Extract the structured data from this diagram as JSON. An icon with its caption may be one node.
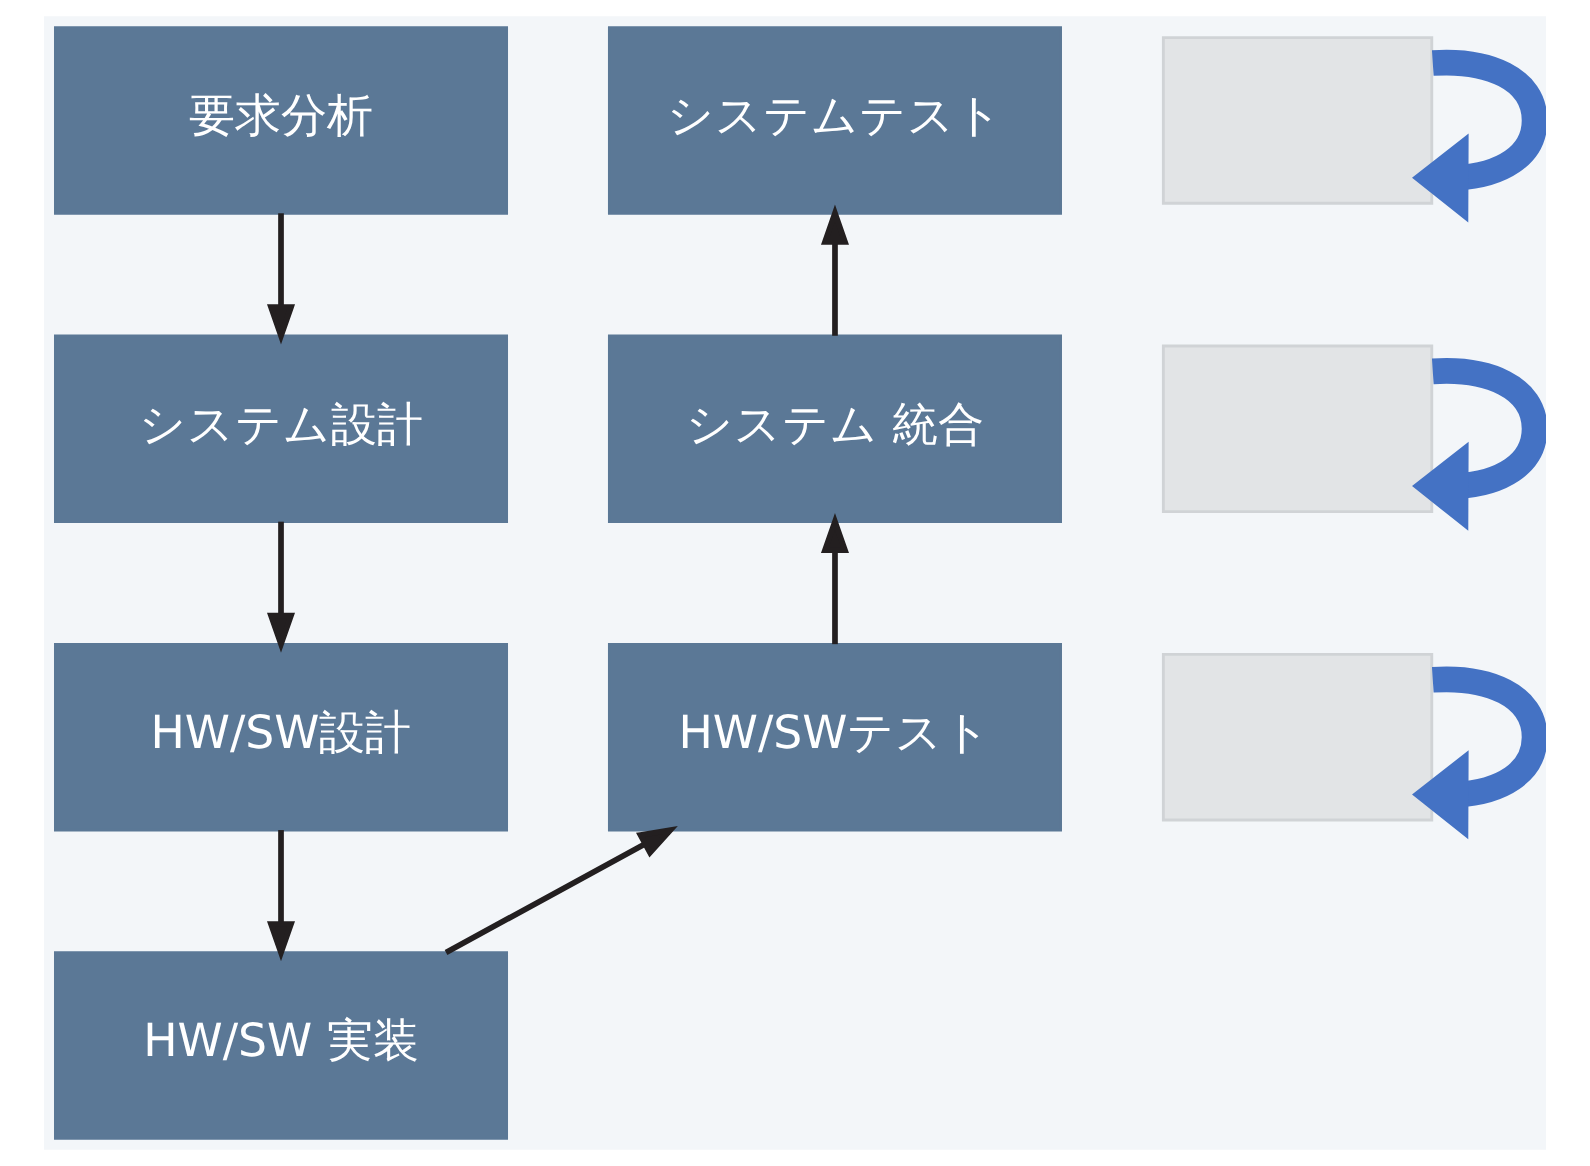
{
  "diagram": {
    "nodes": [
      {
        "text": [
          "要求分析"
        ]
      },
      {
        "text": [
          "システム設計"
        ]
      },
      {
        "text": [
          "HW/SW設計"
        ]
      },
      {
        "text": [
          "HW/SW 実装"
        ]
      },
      {
        "text": [
          "HW/SWテスト"
        ]
      },
      {
        "text": [
          "システム 統合"
        ]
      },
      {
        "text": [
          "システムテスト"
        ]
      },
      {
        "text": [],
        "shape": "box"
      },
      {
        "text": [],
        "shape": "box"
      },
      {
        "text": [],
        "shape": "box"
      }
    ],
    "edges": [
      {
        "from": 0,
        "to": 1,
        "arrow": "to"
      },
      {
        "from": 1,
        "to": 2,
        "arrow": "to"
      },
      {
        "from": 2,
        "to": 3,
        "arrow": "to"
      },
      {
        "from": 3,
        "to": 4,
        "arrow": "to"
      },
      {
        "from": 4,
        "to": 5,
        "arrow": "to"
      },
      {
        "from": 5,
        "to": 6,
        "arrow": "to"
      },
      {
        "from": 7,
        "to": 7,
        "arrow": "to",
        "style": "thick",
        "color": "#4472c4"
      },
      {
        "from": 8,
        "to": 8,
        "arrow": "to",
        "style": "thick",
        "color": "#4472c4"
      },
      {
        "from": 9,
        "to": 9,
        "arrow": "to",
        "style": "thick",
        "color": "#4472c4"
      }
    ]
  }
}
